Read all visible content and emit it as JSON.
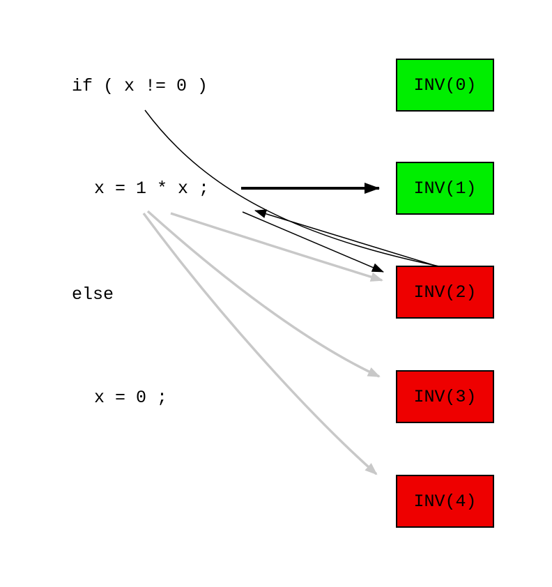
{
  "diagram": {
    "background": "#ffffff",
    "code_lines": [
      {
        "text": "if ( x != 0 )"
      },
      {
        "text": "x = 1 * x ;"
      },
      {
        "text": "else"
      },
      {
        "text": "x = 0 ;"
      }
    ],
    "invariant_nodes": [
      {
        "label": "INV(0)",
        "color": "#00ee00"
      },
      {
        "label": "INV(1)",
        "color": "#00ee00"
      },
      {
        "label": "INV(2)",
        "color": "#ee0000"
      },
      {
        "label": "INV(3)",
        "color": "#ee0000"
      },
      {
        "label": "INV(4)",
        "color": "#ee0000"
      }
    ],
    "edge_colors": {
      "active": "#000000",
      "inactive": "#c8c8c8"
    }
  }
}
